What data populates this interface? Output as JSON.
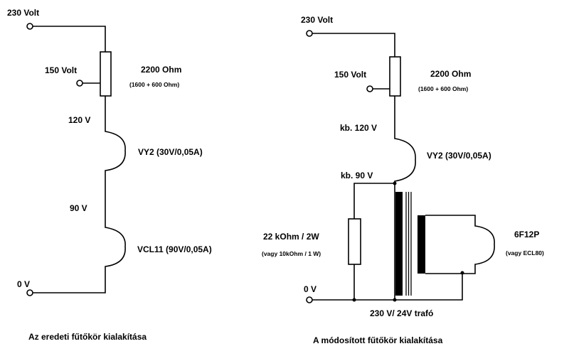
{
  "left_circuit": {
    "input_label": "230 Volt",
    "tap_label": "150 Volt",
    "resistor_value": "2200 Ohm",
    "resistor_detail": "(1600 + 600 Ohm)",
    "node1_label": "120 V",
    "tube1_label": "VY2 (30V/0,05A)",
    "node2_label": "90 V",
    "tube2_label": "VCL11 (90V/0,05A)",
    "ground_label": "0 V",
    "caption": "Az eredeti fűtőkör kialakítása"
  },
  "right_circuit": {
    "input_label": "230 Volt",
    "tap_label": "150 Volt",
    "resistor_value": "2200 Ohm",
    "resistor_detail": "(1600 + 600 Ohm)",
    "node1_label": "kb. 120 V",
    "tube1_label": "VY2 (30V/0,05A)",
    "node2_label": "kb. 90 V",
    "shunt_resistor_value": "22 kOhm / 2W",
    "shunt_resistor_alt": "(vagy 10kOhm / 1 W)",
    "tube2_label": "6F12P",
    "tube2_alt": "(vagy ECL80)",
    "ground_label": "0 V",
    "transformer_label": "230 V/ 24V trafó",
    "caption": "A módosított fűtőkör kialakítása"
  }
}
